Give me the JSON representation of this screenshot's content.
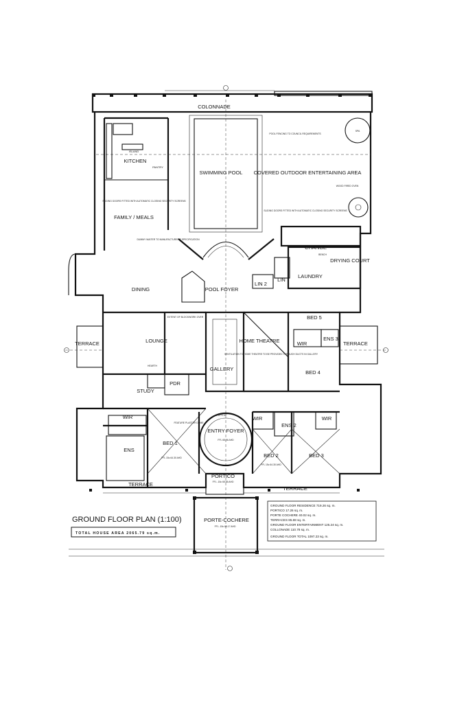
{
  "rooms": {
    "colonnade": "COLONNADE",
    "swimming_pool": "SWIMMING POOL",
    "covered_outdoor": "COVERED OUTDOOR ENTERTAINING AREA",
    "kitchen": "KITCHEN",
    "pantry": "PANTRY",
    "island": "ISLAND",
    "family_meals": "FAMILY / MEALS",
    "change": "CHANGE",
    "drying_court": "DRYING COURT",
    "laundry": "LAUNDRY",
    "lin": "LIN",
    "lin2": "LIN 2",
    "dining": "DINING",
    "pool_foyer": "POOL FOYER",
    "bed5": "BED 5",
    "terrace_left": "TERRACE",
    "terrace_right": "TERRACE",
    "lounge": "LOUNGE",
    "home_theatre": "HOME THEATRE",
    "wir_upper": "WIR",
    "ens3": "ENS 3",
    "gallery": "GALLERY",
    "bed4": "BED 4",
    "study": "STUDY",
    "pdr": "PDR",
    "wir_left": "WIR",
    "wir_mid": "WIR",
    "wir_right": "WIR",
    "ens_left": "ENS",
    "entry_foyer": "ENTRY FOYER",
    "ens2": "ENS 2",
    "bed1": "BED 1",
    "bed2": "BED 2",
    "bed3": "BED 3",
    "portico": "PORTICO",
    "terrace_bottom_left": "TERRACE",
    "terrace_bottom_right": "TERRACE",
    "porte_cochere": "PORTE-COCHERE"
  },
  "notes": {
    "pool_fencing": "POOL FENCING TO COUNCIL REQUIREMENTS",
    "sliding_doors_left": "SLIDING DOORS FITTED WITH AUTOMATIC CLOSING SECURITY SCREENS",
    "sliding_doors_right": "SLIDING DOORS FITTED WITH AUTOMATIC CLOSING SECURITY SCREENS",
    "dummy_waiter": "DUMMY WAITER TO MANUFACTURER'S SPECIFICATION",
    "blockwork": "EXTENT OF BLOCKWORK OVER",
    "theatre_vent": "VENTILATION TO HOME THEATRE TO BE PROVIDED THROUGH DUCTS IN GALLERY",
    "feature_plaster_dome": "FEATURE PLASTER DOME",
    "hearth": "HEARTH",
    "steps_up": "STEPS UP",
    "spa": "SPA",
    "wood_fired_oven": "WOOD FIRED OVEN",
    "bench": "BENCH",
    "ffl_portico": "FFL -15c 65.65 AHD",
    "ffl_porte": "FFL -15c 65.17 AHD",
    "ffl_foyer": "FFL 65.96 AHD",
    "ffl_bed1": "FFL 15c 64.30 AHD",
    "ffl_bed2": "FFL 15c 64.30 AHD"
  },
  "title": {
    "plan_title": "GROUND FLOOR PLAN (1:100)",
    "total_area": "TOTAL HOUSE AREA 2065.79 sq.m."
  },
  "area_schedule": [
    "GROUND FLOOR RESIDENCE 719.26 sq. m.",
    "PORTICO 17.26 sq. m.",
    "PORTE COCHERE 40.02 sq. m.",
    "TERRACES 85.88 sq. m.",
    "GROUND FLOOR ENTERTAINMENT 125.24 sq. m.",
    "COLLONADE 110.78 sq. m.",
    "GROUND FLOOR TOTAL 1097.23 sq. m."
  ],
  "colors": {
    "ink": "#111111",
    "paper": "#ffffff"
  }
}
